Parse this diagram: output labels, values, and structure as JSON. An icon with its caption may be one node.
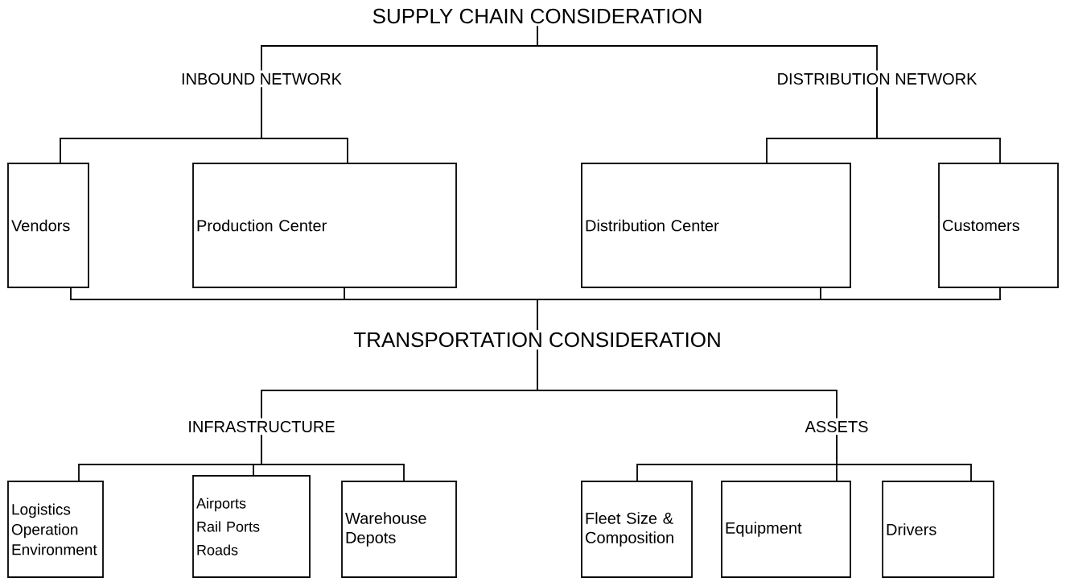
{
  "diagram": {
    "nodes": [
      {
        "text": [
          "SUPPLY CHAIN CONSIDERATION"
        ]
      },
      {
        "text": [
          "INBOUND NETWORK"
        ]
      },
      {
        "text": [
          "DISTRIBUTION NETWORK"
        ]
      },
      {
        "text": [
          "Vendors"
        ]
      },
      {
        "text": [
          "Production Center"
        ]
      },
      {
        "text": [
          "Distribution Center"
        ]
      },
      {
        "text": [
          "Customers"
        ]
      },
      {
        "text": [
          "TRANSPORTATION CONSIDERATION"
        ]
      },
      {
        "text": [
          "INFRASTRUCTURE"
        ]
      },
      {
        "text": [
          "ASSETS"
        ]
      },
      {
        "text": [
          "Logistics Operation Environment"
        ]
      },
      {
        "text": [
          "Airports Rail Ports Roads"
        ]
      },
      {
        "text": [
          "Warehouse Depots"
        ]
      },
      {
        "text": [
          "Fleet Size & Composition"
        ]
      },
      {
        "text": [
          "Equipment"
        ]
      },
      {
        "text": [
          "Drivers"
        ]
      }
    ],
    "edges": [
      {
        "from": 0,
        "to": 1,
        "arrow": "none"
      },
      {
        "from": 0,
        "to": 2,
        "arrow": "none"
      },
      {
        "from": 1,
        "to": 3,
        "arrow": "none"
      },
      {
        "from": 1,
        "to": 4,
        "arrow": "none"
      },
      {
        "from": 2,
        "to": 5,
        "arrow": "none"
      },
      {
        "from": 2,
        "to": 6,
        "arrow": "none"
      },
      {
        "from": 3,
        "to": 7,
        "arrow": "none"
      },
      {
        "from": 4,
        "to": 7,
        "arrow": "none"
      },
      {
        "from": 5,
        "to": 7,
        "arrow": "none"
      },
      {
        "from": 6,
        "to": 7,
        "arrow": "none"
      },
      {
        "from": 7,
        "to": 8,
        "arrow": "none"
      },
      {
        "from": 7,
        "to": 9,
        "arrow": "none"
      },
      {
        "from": 8,
        "to": 10,
        "arrow": "none"
      },
      {
        "from": 8,
        "to": 11,
        "arrow": "none"
      },
      {
        "from": 8,
        "to": 12,
        "arrow": "none"
      },
      {
        "from": 9,
        "to": 13,
        "arrow": "none"
      },
      {
        "from": 9,
        "to": 14,
        "arrow": "none"
      },
      {
        "from": 9,
        "to": 15,
        "arrow": "none"
      }
    ]
  }
}
